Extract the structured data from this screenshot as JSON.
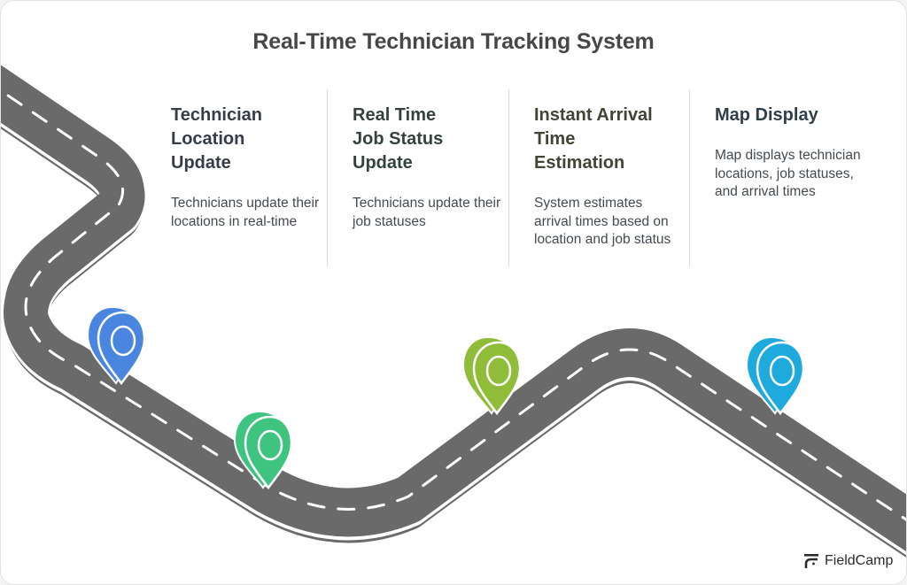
{
  "title": "Real-Time Technician Tracking System",
  "steps": [
    {
      "heading": "Technician Location Update",
      "heading_lines": [
        "Technician",
        "Location",
        "Update"
      ],
      "description": "Technicians update their locations in real-time",
      "pin_color": "#4a86e0",
      "heading_color": "#363d48"
    },
    {
      "heading": "Real Time Job Status Update",
      "heading_lines": [
        "Real Time",
        "Job Status",
        "Update"
      ],
      "description": "Technicians update their job statuses",
      "pin_color": "#3ec47e",
      "heading_color": "#33433b"
    },
    {
      "heading": "Instant Arrival Time Estimation",
      "heading_lines": [
        "Instant Arrival",
        "Time",
        "Estimation"
      ],
      "description": "System estimates arrival times based on location and job status",
      "pin_color": "#8fbd3a",
      "heading_color": "#404535"
    },
    {
      "heading": "Map Display",
      "heading_lines": [
        "Map Display"
      ],
      "description": "Map displays technician locations, job statuses, and arrival times",
      "pin_color": "#1eaadc",
      "heading_color": "#2f3f48"
    }
  ],
  "brand": {
    "name": "FieldCamp"
  },
  "colors": {
    "road": "#6a6a6a",
    "road_marking": "#ffffff",
    "separator": "#dadada"
  }
}
